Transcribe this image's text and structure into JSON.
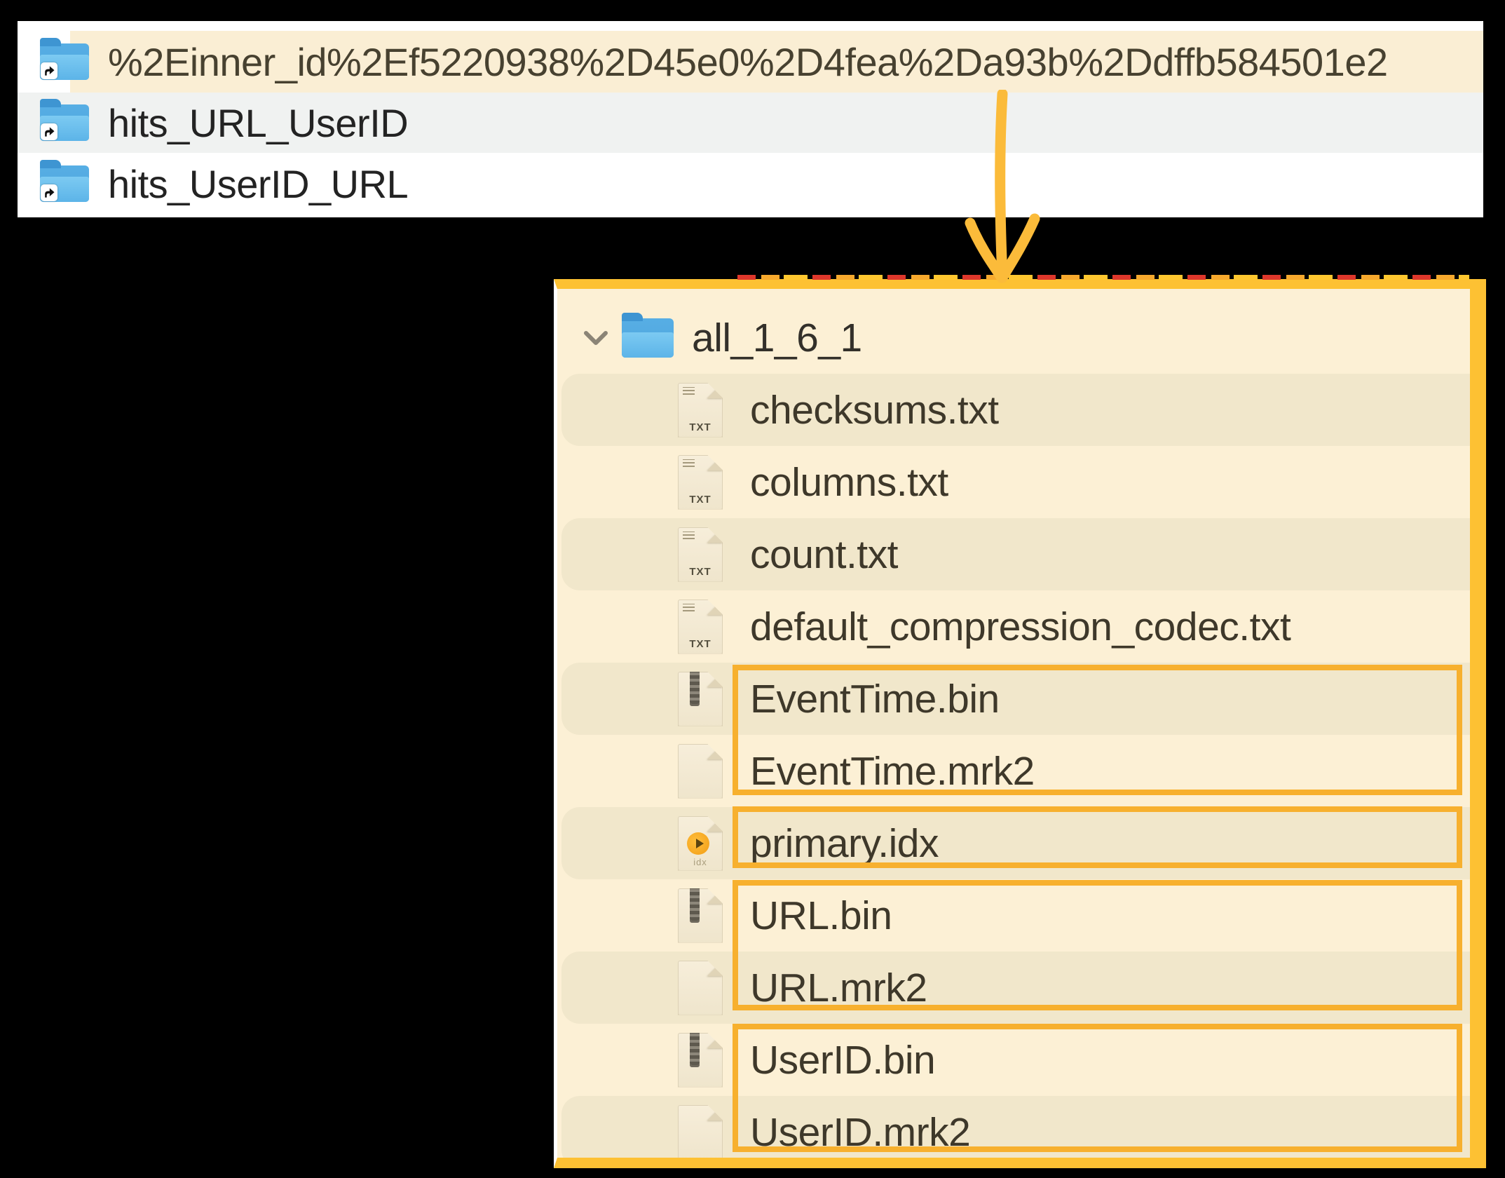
{
  "finder_list": {
    "rows": [
      {
        "name": "%2Einner_id%2Ef5220938%2D45e0%2D4fea%2Da93b%2Ddffb584501e2",
        "highlighted": true
      },
      {
        "name": "hits_URL_UserID",
        "highlighted": false
      },
      {
        "name": "hits_UserID_URL",
        "highlighted": false
      }
    ]
  },
  "part_panel": {
    "folder": {
      "name": "all_1_6_1",
      "expanded": true
    },
    "files": [
      {
        "name": "checksums.txt",
        "icon": "txt-file-icon"
      },
      {
        "name": "columns.txt",
        "icon": "txt-file-icon"
      },
      {
        "name": "count.txt",
        "icon": "txt-file-icon"
      },
      {
        "name": "default_compression_codec.txt",
        "icon": "txt-file-icon"
      },
      {
        "name": "EventTime.bin",
        "icon": "bin-file-icon"
      },
      {
        "name": "EventTime.mrk2",
        "icon": "blank-file-icon"
      },
      {
        "name": "primary.idx",
        "icon": "idx-file-icon"
      },
      {
        "name": "URL.bin",
        "icon": "bin-file-icon"
      },
      {
        "name": "URL.mrk2",
        "icon": "blank-file-icon"
      },
      {
        "name": "UserID.bin",
        "icon": "bin-file-icon"
      },
      {
        "name": "UserID.mrk2",
        "icon": "blank-file-icon"
      }
    ],
    "txt_icon_label": "TXT",
    "idx_icon_label": "idx"
  },
  "annotations": {
    "highlight_boxes": [
      "EventTime.bin + EventTime.mrk2",
      "primary.idx",
      "URL.bin + URL.mrk2",
      "UserID.bin + UserID.mrk2"
    ],
    "arrow": "from-highlighted-inner-id-folder-to-part-panel"
  },
  "colors": {
    "annotation_amber": "#FBBB3A",
    "panel_border": "#FDC133",
    "box_border": "#F7B02E",
    "panel_bg": "#FCF0D5",
    "row_stripe": "#F1E7CB",
    "row_highlight": "#FAEED4",
    "row_gray": "#F0F2F1"
  }
}
